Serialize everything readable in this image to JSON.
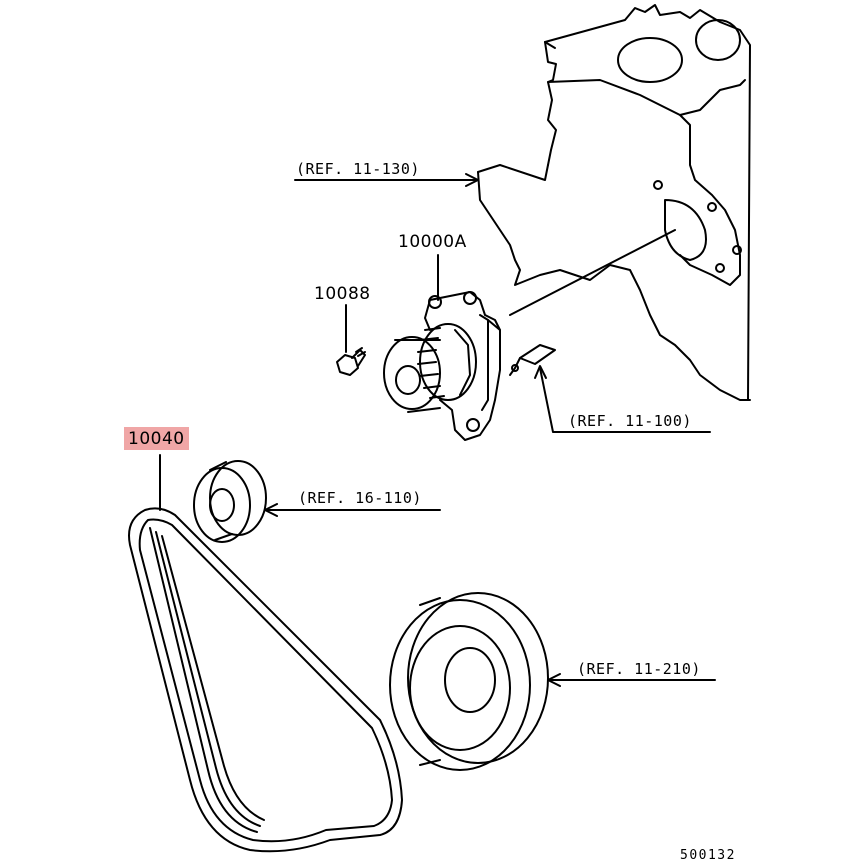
{
  "parts": {
    "water_pump": "10000A",
    "bolt": "10088",
    "belt": "10040"
  },
  "references": {
    "engine_block": "(REF. 11-130)",
    "gasket": "(REF. 11-100)",
    "tensioner_pulley": "(REF. 16-110)",
    "crank_pulley": "(REF. 11-210)"
  },
  "diagram_code": "500132",
  "highlight_color": "#f0a6a6"
}
